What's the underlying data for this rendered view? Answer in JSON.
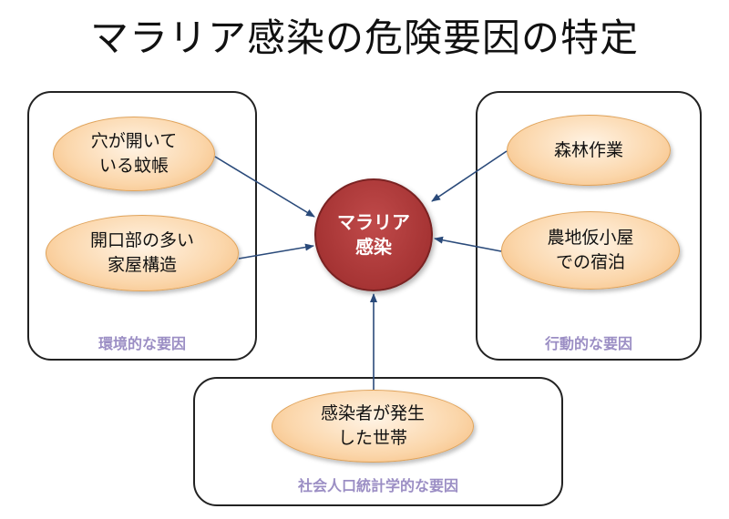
{
  "title": "マラリア感染の危険要因の特定",
  "center": {
    "label": "マラリア\n感染",
    "color": "#a63434"
  },
  "groups": {
    "environmental": {
      "label": "環境的な要因",
      "items": [
        "穴が開いて\nいる蚊帳",
        "開口部の多い\n家屋構造"
      ]
    },
    "behavioral": {
      "label": "行動的な要因",
      "items": [
        "森林作業",
        "農地仮小屋\nでの宿泊"
      ]
    },
    "sociodemographic": {
      "label": "社会人口統計学的な要因",
      "items": [
        "感染者が発生\nした世帯"
      ]
    }
  },
  "colors": {
    "arrow": "#2a4a7a",
    "group_label": "#9b8ec4",
    "node_fill": "#fbd6aa",
    "node_border": "#e0a35a"
  }
}
